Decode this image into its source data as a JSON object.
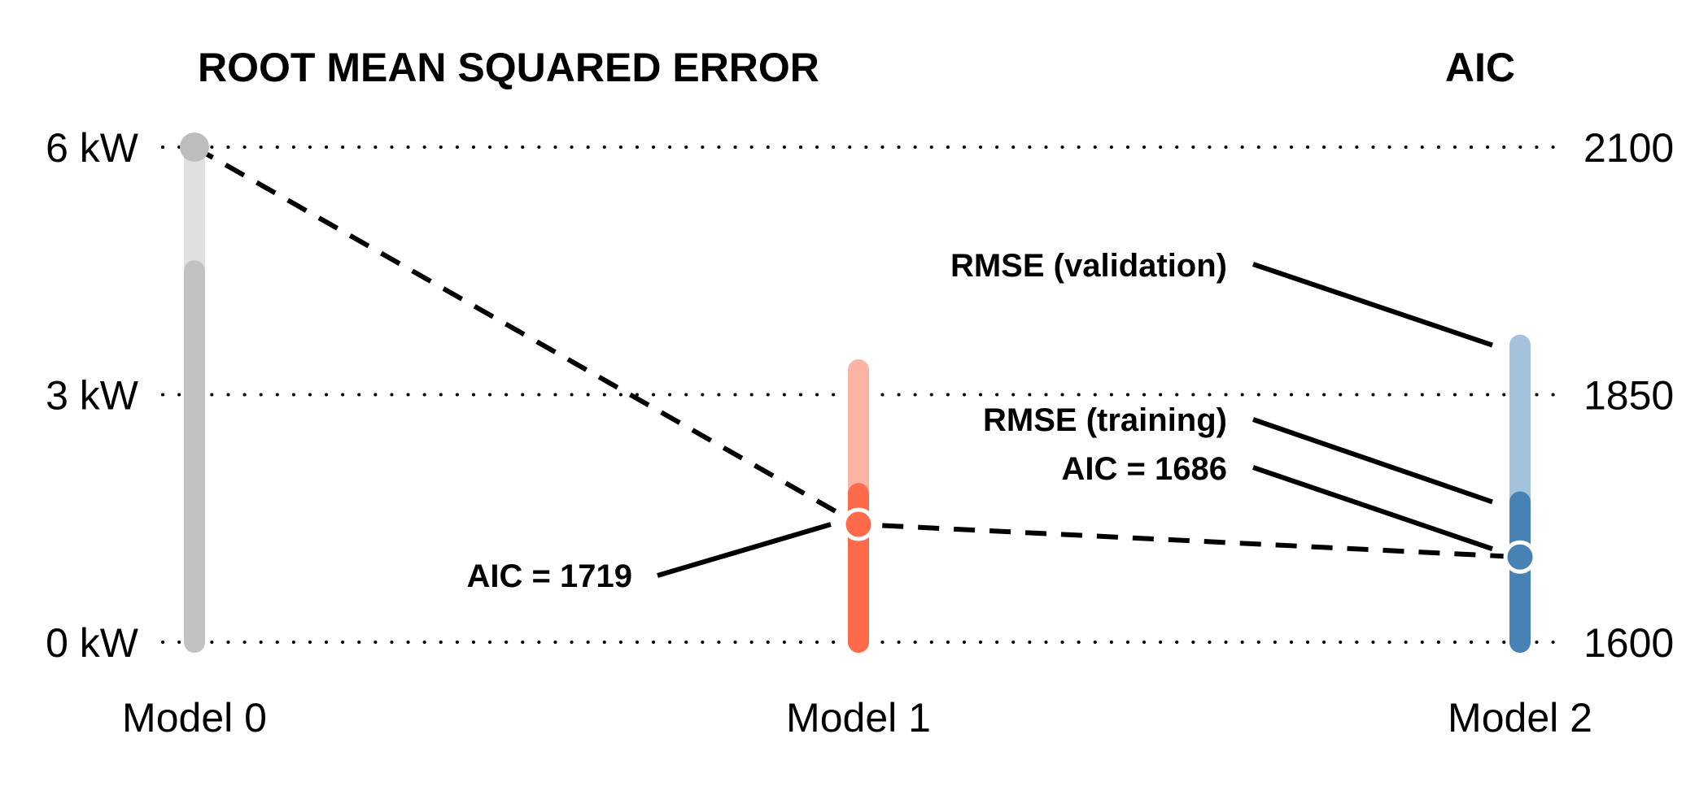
{
  "chart_data": {
    "type": "dual-axis bar/dot",
    "title_left": "ROOT MEAN SQUARED ERROR",
    "title_right": "AIC",
    "left_axis": {
      "unit": "kW",
      "ylim": [
        0,
        6
      ],
      "ticks": [
        0,
        3,
        6
      ],
      "tick_labels": [
        "0 kW",
        "3 kW",
        "6 kW"
      ]
    },
    "right_axis": {
      "ylim": [
        1600,
        2100
      ],
      "ticks": [
        1600,
        1850,
        2100
      ],
      "tick_labels": [
        "1600",
        "1850",
        "2100"
      ]
    },
    "grid": true,
    "categories": [
      "Model 0",
      "Model 1",
      "Model 2"
    ],
    "rmse_validation": [
      6.0,
      3.3,
      3.6
    ],
    "rmse_training": [
      4.5,
      1.8,
      1.7
    ],
    "aic": [
      2100,
      1719,
      1686
    ],
    "colors": {
      "model0_light": "#e0e0e0",
      "model0_dark": "#c2c2c2",
      "model0_dot": "#bdbdbd",
      "model1_light": "#fbb4a4",
      "model1_dark": "#ff6a4b",
      "model2_light": "#a4c2dc",
      "model2_dark": "#4682b4"
    },
    "annotations": {
      "rmse_validation": "RMSE (validation)",
      "rmse_training": "RMSE (training)",
      "aic_model1": "AIC = 1719",
      "aic_model2": "AIC = 1686"
    }
  }
}
